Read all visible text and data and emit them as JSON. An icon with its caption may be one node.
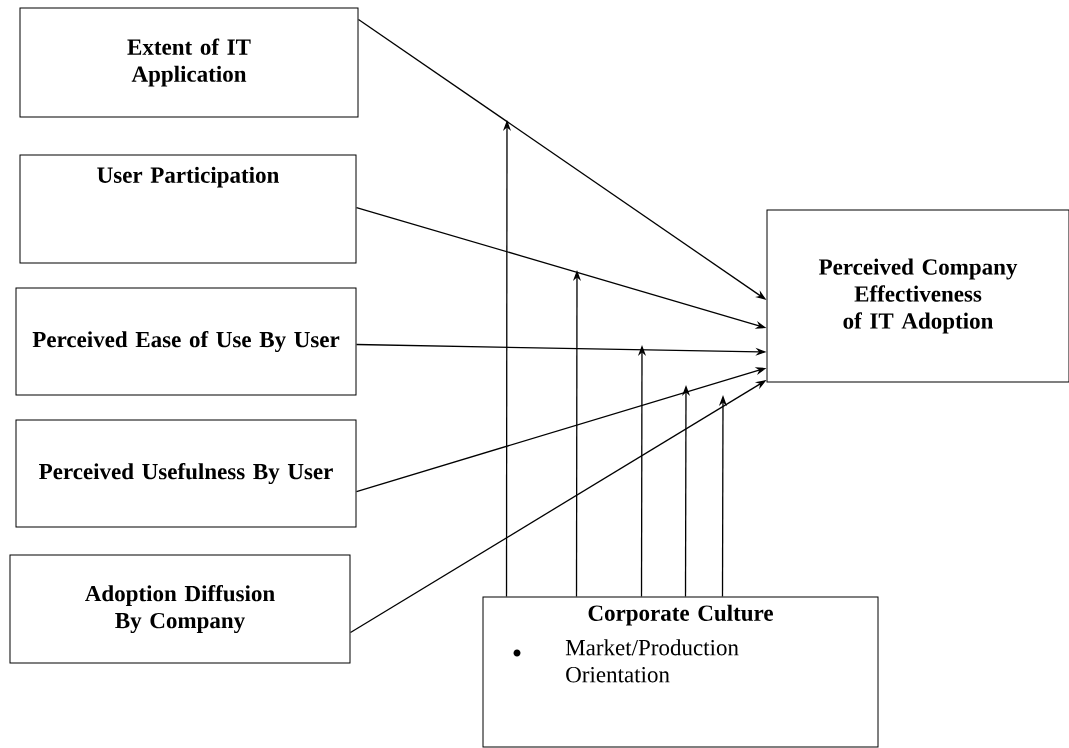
{
  "diagram": {
    "nodes": [
      {
        "text": [
          "Extent of IT Application"
        ]
      },
      {
        "text": [
          "User Participation"
        ]
      },
      {
        "text": [
          "Perceived Ease of Use By User"
        ]
      },
      {
        "text": [
          "Perceived Usefulness By User"
        ]
      },
      {
        "text": [
          "Adoption Diffusion By Company"
        ]
      },
      {
        "text": [
          "Perceived Company Effectiveness of IT Adoption"
        ]
      },
      {
        "text": [
          "Corporate Culture",
          "Market/Production Orientation"
        ]
      }
    ],
    "edges": [
      {
        "from": 0,
        "to": 5,
        "arrow": "to"
      },
      {
        "from": 1,
        "to": 5,
        "arrow": "to"
      },
      {
        "from": 2,
        "to": 5,
        "arrow": "to"
      },
      {
        "from": 3,
        "to": 5,
        "arrow": "to"
      },
      {
        "from": 4,
        "to": 5,
        "arrow": "to"
      },
      {
        "from": 6,
        "to": null,
        "arrow": "to"
      },
      {
        "from": 6,
        "to": null,
        "arrow": "to"
      },
      {
        "from": 6,
        "to": null,
        "arrow": "to"
      },
      {
        "from": 6,
        "to": null,
        "arrow": "to"
      },
      {
        "from": 6,
        "to": null,
        "arrow": "to"
      }
    ]
  }
}
